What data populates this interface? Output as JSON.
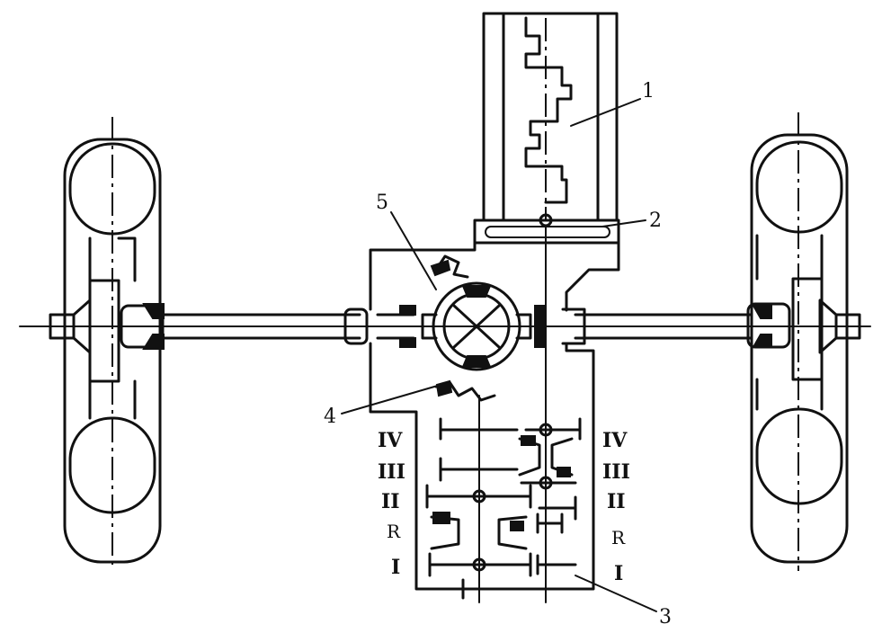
{
  "callouts": [
    "1",
    "2",
    "3",
    "4",
    "5"
  ],
  "gear_labels_left": [
    "IV",
    "III",
    "II",
    "R",
    "I"
  ],
  "gear_labels_right": [
    "IV",
    "III",
    "II",
    "R",
    "I"
  ]
}
